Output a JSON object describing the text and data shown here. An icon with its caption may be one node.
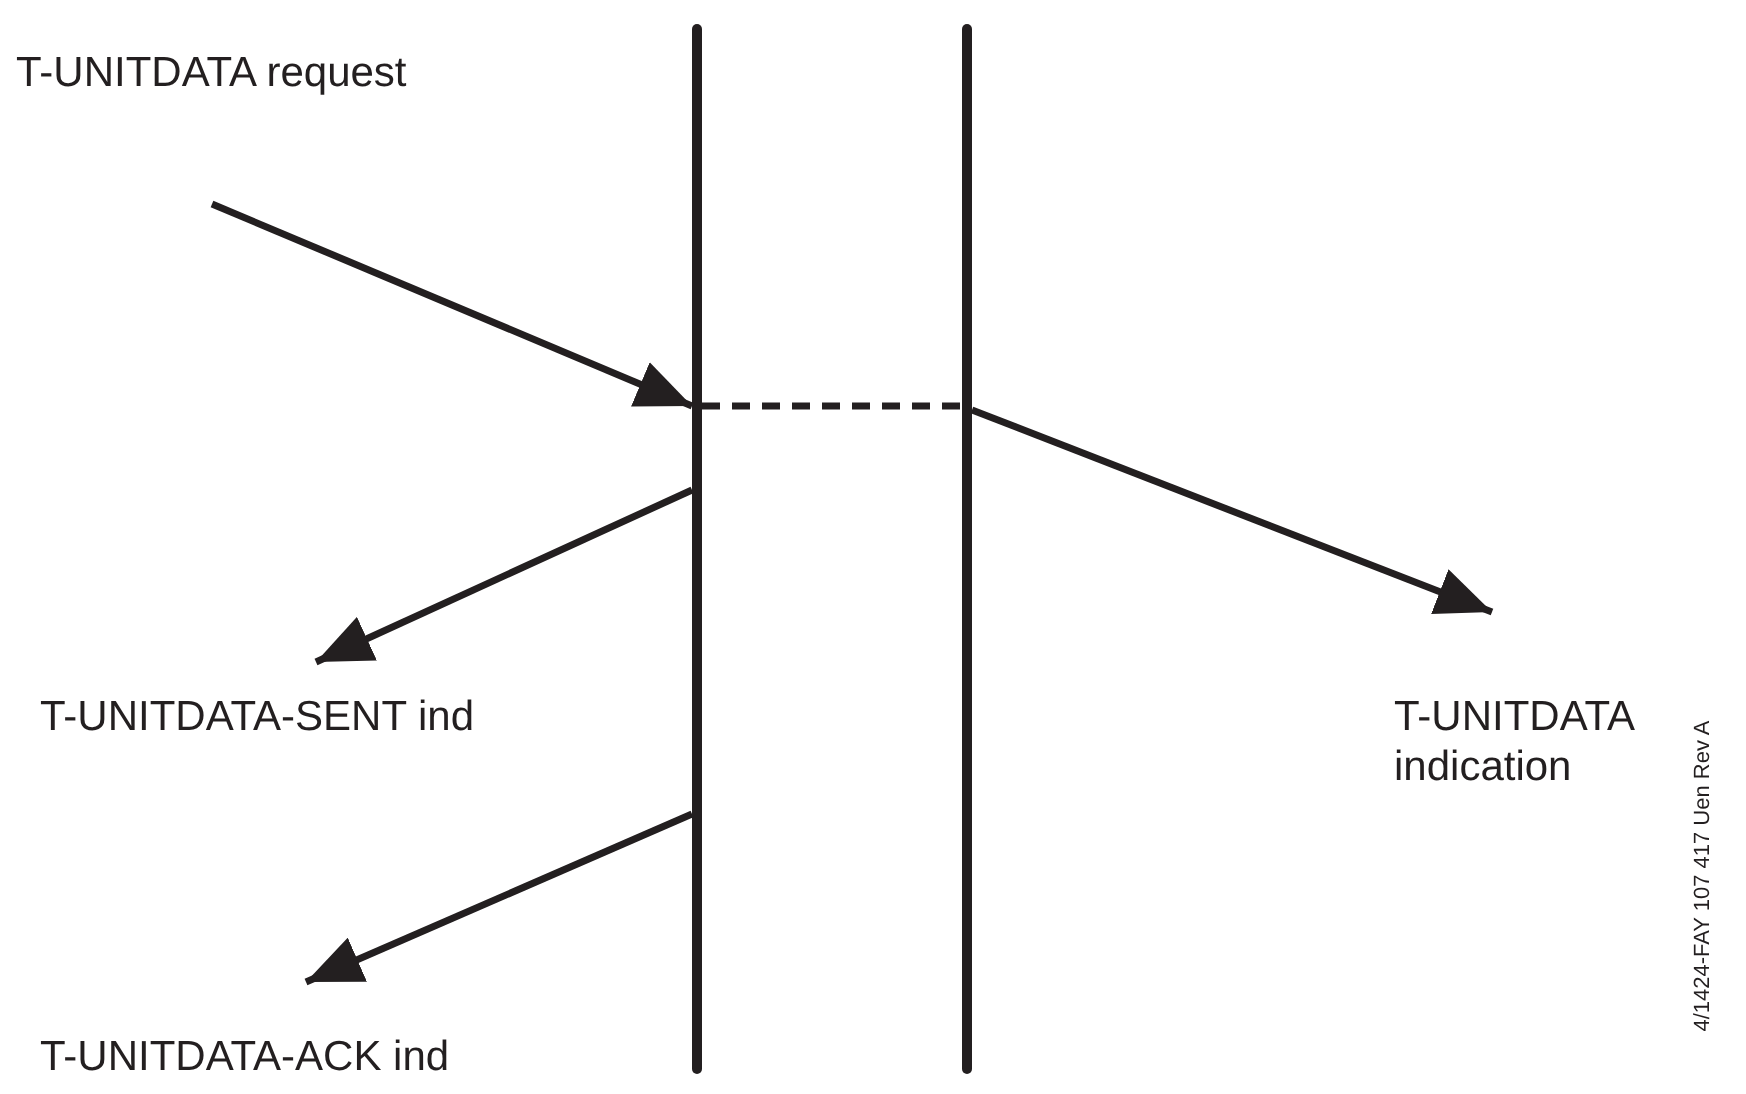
{
  "diagram": {
    "nodes": [
      {
        "text": [],
        "shape": "bar"
      },
      {
        "text": [],
        "shape": "bar"
      }
    ],
    "edges": [
      {
        "from": null,
        "to": 0,
        "arrow": "to"
      },
      {
        "from": 0,
        "to": 1,
        "arrow": "none",
        "style": "dashed"
      },
      {
        "from": 1,
        "to": null,
        "arrow": "to"
      },
      {
        "from": 0,
        "to": null,
        "arrow": "to"
      },
      {
        "from": 0,
        "to": null,
        "arrow": "to"
      }
    ],
    "labels": [
      "T-UNITDATA request",
      "T-UNITDATA-SENT ind",
      "T-UNITDATA indication",
      "T-UNITDATA-ACK ind",
      "4/1424-FAY 107 417 Uen Rev A"
    ]
  }
}
